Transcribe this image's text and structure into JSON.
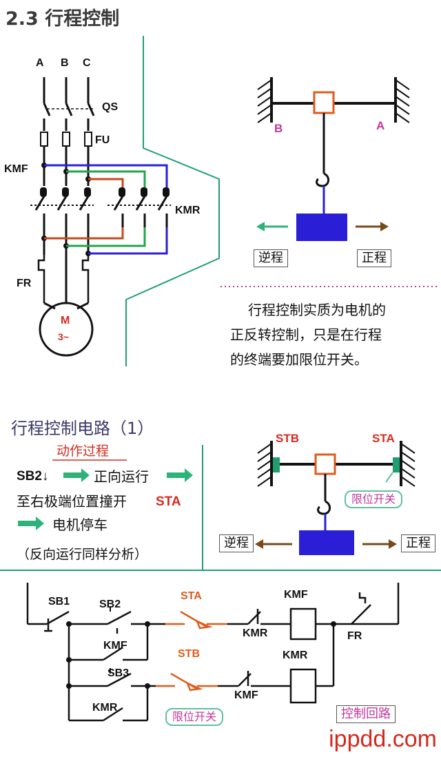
{
  "title": "2.3  行程控制",
  "power_circuit": {
    "phases": [
      "A",
      "B",
      "C"
    ],
    "qs": "QS",
    "fu": "FU",
    "kmf": "KMF",
    "kmr": "KMR",
    "fr": "FR",
    "motor": "M",
    "motor_sub": "3~"
  },
  "travel_diagram_1": {
    "left": "B",
    "right": "A",
    "reverse": "逆程",
    "forward": "正程"
  },
  "description": {
    "line1": "行程控制实质为电机的",
    "line2": "正反转控制，只是在行程",
    "line3": "的终端要加限位开关。"
  },
  "section2": {
    "title": "行程控制电路（1）",
    "subtitle": "动作过程",
    "step1_key": "SB2↓",
    "step1_text": "正向运行",
    "step2_text": "至右极端位置撞开",
    "step2_key": "STA",
    "step3_text": "电机停车",
    "step4_text": "（反向运行同样分析）"
  },
  "travel_diagram_2": {
    "stb": "STB",
    "sta": "STA",
    "limit_switch": "限位开关",
    "reverse": "逆程",
    "forward": "正程"
  },
  "control_circuit": {
    "sb1": "SB1",
    "sb2": "SB2",
    "sb3": "SB3",
    "kmf_contact": "KMF",
    "kmr_contact": "KMR",
    "sta": "STA",
    "stb": "STB",
    "kmr_nc": "KMR",
    "kmf_nc": "KMF",
    "kmf_coil": "KMF",
    "kmr_coil": "KMR",
    "fr": "FR",
    "limit_switch": "限位开关",
    "caption": "控制回路"
  },
  "watermark": "ippdd.com",
  "colors": {
    "accent_green": "#1f9e6f",
    "arrow_green": "#2db37a",
    "brown": "#7a4a1c",
    "blue": "#2a1fd6",
    "red_orange": "#e05a1c",
    "magenta": "#c0379c"
  }
}
